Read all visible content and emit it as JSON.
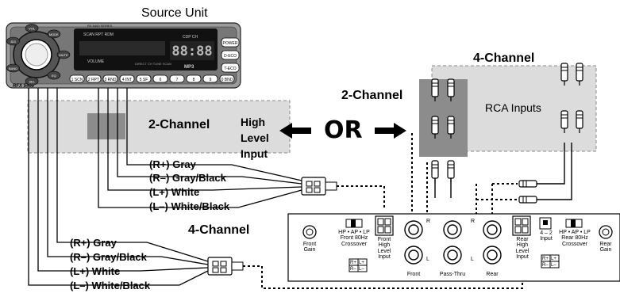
{
  "source_unit": {
    "title": "Source Unit",
    "model": "RFX 5460",
    "display_tiny": "SCAN RPT RDM",
    "display_volume": "VOLUME",
    "display_bottom": "DIRECT CH TUNE SCAN",
    "display_seg": "88:88",
    "display_cd": "CDP CH",
    "display_mp3": "MP3",
    "logo": "RX 6400 SERIES",
    "right_buttons": [
      "POWER",
      "D-ECO",
      "T-ECO"
    ],
    "preset_buttons": [
      "1 SCN",
      "2 RPT",
      "3 RND",
      "4 INT",
      "5 SF",
      "6",
      "7",
      "8",
      "9",
      "0 BND"
    ],
    "knob_labels": [
      "ID3",
      "VOL",
      "MODE",
      "MUTE",
      "EQ",
      "SEL",
      "BAND"
    ]
  },
  "labels": {
    "high_level_input": [
      "High",
      "Level",
      "Input"
    ],
    "or": "OR",
    "two_channel_left": "2-Channel",
    "two_channel_right": "2-Channel",
    "four_channel_top": "4-Channel",
    "four_channel_bottom": "4-Channel",
    "rca_inputs": "RCA Inputs"
  },
  "wires_2ch": [
    {
      "label": "(R+) Gray"
    },
    {
      "label": "(R–) Gray/Black"
    },
    {
      "label": "(L+) White"
    },
    {
      "label": "(L–) White/Black"
    }
  ],
  "wires_4ch": [
    {
      "label": "(R+) Gray"
    },
    {
      "label": "(R–) Gray/Black"
    },
    {
      "label": "(L+) White"
    },
    {
      "label": "(L–) White/Black"
    }
  ],
  "amplifier": {
    "front_gain": [
      "Front",
      "Gain"
    ],
    "rear_gain": [
      "Rear",
      "Gain"
    ],
    "front_crossover": [
      "HP • AP • LP",
      "Front 80Hz",
      "Crossover"
    ],
    "rear_crossover": [
      "HP • AP • LP",
      "Rear 80Hz",
      "Crossover"
    ],
    "front_hli": [
      "Front",
      "High",
      "Level",
      "Input"
    ],
    "rear_hli": [
      "Rear",
      "High",
      "Level",
      "Input"
    ],
    "input_switch": [
      "4 – 2",
      "Input"
    ],
    "front": "Front",
    "passthru": "Pass-Thru",
    "rear": "Rear",
    "r": "R",
    "l": "L",
    "pins": [
      "R+",
      "L+",
      "R–",
      "L–"
    ]
  }
}
